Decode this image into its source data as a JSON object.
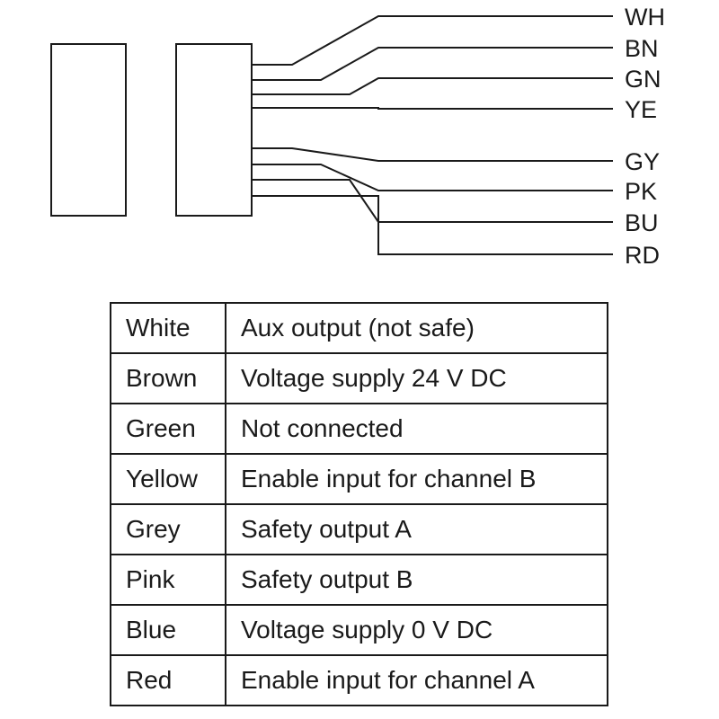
{
  "diagram": {
    "wires": [
      {
        "code": "WH"
      },
      {
        "code": "BN"
      },
      {
        "code": "GN"
      },
      {
        "code": "YE"
      },
      {
        "code": "GY"
      },
      {
        "code": "PK"
      },
      {
        "code": "BU"
      },
      {
        "code": "RD"
      }
    ]
  },
  "table": {
    "rows": [
      {
        "color": "White",
        "function": "Aux output (not safe)"
      },
      {
        "color": "Brown",
        "function": "Voltage supply 24 V DC"
      },
      {
        "color": "Green",
        "function": "Not connected"
      },
      {
        "color": "Yellow",
        "function": "Enable input for channel B"
      },
      {
        "color": "Grey",
        "function": "Safety output A"
      },
      {
        "color": "Pink",
        "function": "Safety output B"
      },
      {
        "color": "Blue",
        "function": "Voltage supply 0 V DC"
      },
      {
        "color": "Red",
        "function": "Enable input for channel A"
      }
    ]
  }
}
